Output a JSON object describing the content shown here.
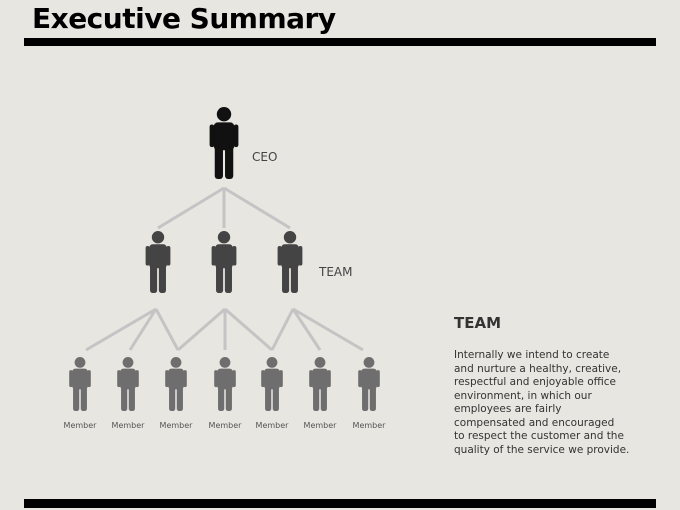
{
  "page": {
    "title": "Executive Summary"
  },
  "org_chart": {
    "ceo": {
      "label": "CEO"
    },
    "team": {
      "label": "TEAM",
      "count": 3
    },
    "members": [
      "Member",
      "Member",
      "Member",
      "Member",
      "Member",
      "Member",
      "Member"
    ]
  },
  "side_panel": {
    "heading": "TEAM",
    "body": "Internally we intend to create\nand nurture a healthy, creative,\nrespectful and enjoyable office\nenvironment, in which our\nemployees are fairly\ncompensated and encouraged\nto respect the customer and the\nquality of the service we provide."
  },
  "colors": {
    "ceo": "#111111",
    "team": "#444444",
    "member": "#6e6e6e",
    "connector": "#c4c4c4",
    "background": "#e8e6e0"
  },
  "icons": {
    "person": "person-icon"
  }
}
